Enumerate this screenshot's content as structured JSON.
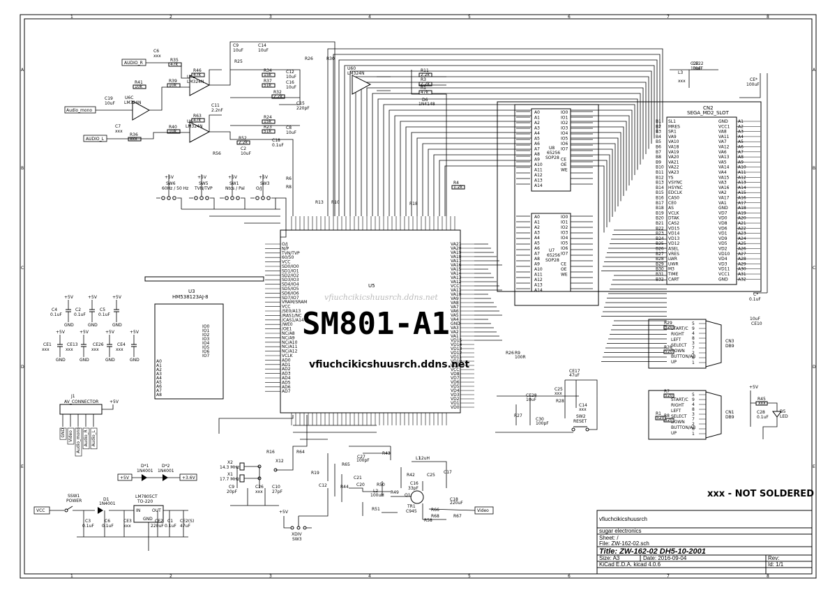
{
  "border": {
    "columns": [
      "1",
      "2",
      "3",
      "4",
      "5",
      "6",
      "7",
      "8"
    ],
    "rows": [
      "A",
      "B",
      "C",
      "D",
      "E"
    ]
  },
  "main_chip": {
    "ref": "U5",
    "part": "SM801-A1",
    "watermark": "vfiuchcikicshuusrch.ddns.net",
    "url": "vfiuchcikicshuusrch.ddns.net"
  },
  "note": "xxx - NOT SOLDERED",
  "slot": {
    "ref": "CN2",
    "name": "SEGA_MD2_SLOT",
    "b_pins": [
      "B1",
      "B2",
      "B3",
      "B4",
      "B5",
      "B6",
      "B7",
      "B8",
      "B9",
      "B10",
      "B11",
      "B12",
      "B13",
      "B14",
      "B15",
      "B16",
      "B17",
      "B18",
      "B19",
      "B20",
      "B21",
      "B22",
      "B23",
      "B24",
      "B25",
      "B26",
      "B27",
      "B28",
      "B29",
      "B30",
      "B31",
      "B32"
    ],
    "b_signals": [
      "SL1",
      "MRES",
      "SR1",
      "VA9",
      "VA10",
      "VA18",
      "VA19",
      "VA20",
      "VA21",
      "VA22",
      "VA23",
      "YS",
      "VSYNC",
      "HSYNC",
      "EDCLK",
      "CAS0",
      "CE0",
      "AS",
      "VCLK",
      "DTAK",
      "CAS2",
      "VD15",
      "VD14",
      "VD13",
      "VD12",
      "ASEL",
      "VRES",
      "LWR",
      "UWR",
      "M3",
      "TIME",
      "CART"
    ],
    "a_signals": [
      "GND",
      "VCC1",
      "VA8",
      "VA11",
      "VA7",
      "VA12",
      "VA6",
      "VA13",
      "VA5",
      "VA14",
      "VA4",
      "VA15",
      "VA3",
      "VA16",
      "VA2",
      "VA17",
      "VA1",
      "GND",
      "VD7",
      "VD0",
      "VD8",
      "VD6",
      "VD1",
      "VD9",
      "VD5",
      "VD2",
      "VD10",
      "VD4",
      "VD3",
      "VD11",
      "VCC1",
      "GND"
    ],
    "a_pins": [
      "A1",
      "A2",
      "A3",
      "A4",
      "A5",
      "A6",
      "A7",
      "A8",
      "A9",
      "A10",
      "A11",
      "A12",
      "A13",
      "A14",
      "A15",
      "A16",
      "A17",
      "A18",
      "A19",
      "A20",
      "A21",
      "A22",
      "A23",
      "A24",
      "A25",
      "A26",
      "A27",
      "A28",
      "A29",
      "A30",
      "A31",
      "A32"
    ]
  },
  "u8": {
    "ref": "U8",
    "part": "65256",
    "pkg": "SOP28"
  },
  "u7": {
    "ref": "U7",
    "part": "65256",
    "pkg": "SOP28"
  },
  "u3": {
    "ref": "U3",
    "part": "HM538123AJ-8"
  },
  "ram_left_pins": [
    "A0",
    "A1",
    "A2",
    "A3",
    "A4",
    "A5",
    "A6",
    "A7",
    "A8",
    "A9",
    "A10",
    "A11",
    "A12",
    "A13",
    "A14"
  ],
  "ram_right_pins": [
    "IO0",
    "IO1",
    "IO2",
    "IO3",
    "IO4",
    "IO5",
    "IO6",
    "IO7",
    "",
    "CE",
    "OE",
    "WE"
  ],
  "u5_left_pins": [
    "O/J",
    "N/P",
    "TVN/TVP",
    "60/50",
    "VCC",
    "SD0/IO0",
    "SD1/IO1",
    "SD2/IO2",
    "SD3/IO3",
    "SD4/IO4",
    "SD5/IO5",
    "SD6/IO6",
    "SD7/IO7",
    "VRAM/SRAM",
    "VCC",
    "/SE0/A13",
    "/RAS1/NC",
    "/CAS1/A14",
    "/WE0",
    "/OE1",
    "NC/A8",
    "NC/A9",
    "NC/A10",
    "NC/A11",
    "NC/A12",
    "VCLK",
    "AD0",
    "AD1",
    "AD2",
    "AD3",
    "AD4",
    "AD5",
    "AD6",
    "AD7"
  ],
  "u5_right_pins": [
    "VA21",
    "VA20",
    "VA19",
    "VA18",
    "VA17",
    "VA16",
    "VA15",
    "VA14",
    "VA13",
    "VA12",
    "VCC",
    "VA11",
    "VA10",
    "VA9",
    "VA8",
    "VA7",
    "VA6",
    "VA5",
    "VA4",
    "GND",
    "VA3",
    "VA2",
    "VA1",
    "VD15",
    "VD14",
    "VD13",
    "VD12",
    "VD11",
    "VD10",
    "VD9",
    "VCC",
    "VD8",
    "VD7",
    "VD6",
    "VD5",
    "VD4",
    "VD3",
    "VD2",
    "VD1",
    "VD0"
  ],
  "switches": [
    {
      "ref": "SW6",
      "label": "60Hz / 50 Hz"
    },
    {
      "ref": "SW5",
      "label": "TVN/TVP"
    },
    {
      "ref": "SW1",
      "label": "Ntcs / Pal"
    },
    {
      "ref": "SW3",
      "label": "O/J"
    }
  ],
  "audio_nets": [
    "AUDIO_R",
    "Audio_mono",
    "AUDIO_L"
  ],
  "opamps": [
    {
      "ref": "U6C",
      "part": "LM324N"
    },
    {
      "ref": "U6B",
      "part": "LM324N"
    },
    {
      "ref": "U6A",
      "part": "LM324N"
    },
    {
      "ref": "U6D",
      "part": "LM324N"
    }
  ],
  "resistors_top": [
    "R35",
    "R39",
    "R40",
    "R41",
    "R36",
    "R46",
    "R63",
    "R34",
    "R37",
    "R32",
    "R24",
    "R23",
    "R52",
    "R56",
    "R25",
    "R26",
    "R30",
    "R11",
    "R3",
    "R1",
    "R2",
    "R13",
    "R10",
    "R6",
    "R8",
    "R4",
    "R18"
  ],
  "caps_top": [
    "C6",
    "C19",
    "C7",
    "C11",
    "C9",
    "C14",
    "C12",
    "C16",
    "C15",
    "C8",
    "C10",
    "C18",
    "C22",
    "C2",
    "C5",
    "C4",
    "C1",
    "C13",
    "C26"
  ],
  "resistor_values": {
    "R35": "47k",
    "R39": "10k",
    "R40": "10k",
    "R41": "10k",
    "R36": "xxx",
    "R46": "47k",
    "R63": "47k",
    "R34": "15k",
    "R37": "51k",
    "R32": "2.2k",
    "R24": "15k",
    "R23": "51k",
    "R52": "2.2k",
    "R11": "2.2k",
    "R3": "2.2k",
    "R1": "47k",
    "R4": "1.2k"
  },
  "cap_values": {
    "C6": "xxx",
    "C19": "10uF",
    "C7": "xxx",
    "C11": "2.2nF",
    "C9": "10uF",
    "C14": "10uF",
    "C12": "10uF",
    "C16": "10uF",
    "C15": "220pF",
    "C8": "10uF",
    "C18": "0.1uF",
    "C22": "10uF",
    "C2": "10uF"
  },
  "decoupling": [
    {
      "ref": "C4",
      "val": "0.1uF"
    },
    {
      "ref": "C2",
      "val": "0.1uF"
    },
    {
      "ref": "C5",
      "val": "0.1uF"
    },
    {
      "ref": "CE1",
      "val": "xxx"
    },
    {
      "ref": "CE13",
      "val": "xxx"
    },
    {
      "ref": "CE26",
      "val": "xxx"
    },
    {
      "ref": "CE4",
      "val": "xxx"
    }
  ],
  "u60": {
    "ref": "U60",
    "part": "LM324N"
  },
  "l3": {
    "ref": "L3",
    "val": "xxx"
  },
  "c_topright": [
    {
      "ref": "CE22",
      "val": "10uF"
    },
    {
      "ref": "CE*",
      "val": "100uF"
    }
  ],
  "diode6": {
    "ref": "D6",
    "part": "1N4148"
  },
  "power": {
    "vcc": "VCC",
    "sw": "SSW1",
    "sw_label": "POWER",
    "d1": "D1",
    "d1_part": "1N4001",
    "reg": "LM7805CT",
    "reg_pkg": "TO-220",
    "reg_pins": [
      "IN",
      "OUT",
      "GND"
    ],
    "c3": "C3",
    "c3v": "0.1uF",
    "c6": "C6",
    "c6v": "0.1uF",
    "ce3": "CE3",
    "ce3v": "xxx",
    "ce2": "CE2",
    "ce2v": "220uF",
    "c1": "C1",
    "c1v": "0.1uF",
    "ce2s": "CE2(S)",
    "ce2sv": "47uF"
  },
  "nets": [
    "+5V",
    "+3.6V",
    "GND",
    "Video"
  ],
  "diodes_mid": [
    {
      "ref": "D*1",
      "part": "1N4001"
    },
    {
      "ref": "D*2",
      "part": "1N4001"
    }
  ],
  "av": {
    "ref": "J1",
    "name": "AV_CONNECTOR",
    "nets": [
      "GND",
      "Video",
      "Audio_mono",
      "Audio_R",
      "Audio_L"
    ]
  },
  "xtals": [
    {
      "ref": "X2",
      "val": "14.3 MHz"
    },
    {
      "ref": "X1",
      "val": "17.7 MHz"
    },
    {
      "ref": "X12",
      "val": ""
    }
  ],
  "xtal_caps": [
    {
      "ref": "C9",
      "val": "20pF"
    },
    {
      "ref": "C26",
      "val": "xxx"
    },
    {
      "ref": "C10",
      "val": "27pF"
    }
  ],
  "video": {
    "refs": [
      "R19",
      "R65",
      "R44",
      "R51",
      "R50",
      "R49",
      "R42",
      "R58",
      "R43",
      "R64",
      "R16",
      "C12",
      "C21",
      "C20",
      "C16",
      "C17",
      "C18",
      "C25",
      "C27",
      "L1",
      "L2",
      "Q1",
      "R66",
      "R67",
      "R68"
    ],
    "l1": "12uH",
    "l2": "100uH",
    "q1": "TR1",
    "q1_part": "C945",
    "ce18": "220uF",
    "c16": "33pF",
    "c27": "100pF"
  },
  "sw_xdiv": {
    "ref": "SW3",
    "label": "XDIV"
  },
  "cn3": {
    "ref": "CN3",
    "type": "DB9",
    "signals": [
      "START/C",
      "RIGHT",
      "LEFT",
      "SELECT",
      "DOWN",
      "BUTTON/AB",
      "UP"
    ]
  },
  "cn1": {
    "ref": "CN1",
    "type": "DB9",
    "signals": [
      "START/C",
      "RIGHT",
      "LEFT",
      "SELECT",
      "DOWN",
      "BUTTON/AB",
      "UP"
    ]
  },
  "db9_pins": [
    "5",
    "9",
    "4",
    "8",
    "3",
    "7",
    "2",
    "6",
    "1"
  ],
  "db9_res": [
    {
      "ref": "R29",
      "val": "520"
    },
    {
      "ref": "R28",
      "val": "520"
    },
    {
      "ref": "R7",
      "val": "520"
    },
    {
      "ref": "R8",
      "val": "520"
    },
    {
      "ref": "R1",
      "val": "520"
    }
  ],
  "reset": {
    "ref": "SW2",
    "label": "RESET"
  },
  "reset_parts": [
    "CE17",
    "C25",
    "R28",
    "C14",
    "R27",
    "CE28",
    "C30",
    "R26",
    "R9"
  ],
  "reset_vals": {
    "CE17": "47uF",
    "C25": "xxx",
    "C14": "xxx",
    "CE28": "10uF",
    "C30": "100pF",
    "R9": "100R"
  },
  "led": {
    "ref": "D5",
    "label": "LED",
    "r": "R45",
    "rval": "xxx",
    "c": "C28",
    "cval": "0.1uF"
  },
  "ce10": {
    "ref": "CE10",
    "val": "10uF"
  },
  "c_star": {
    "ref": "C*",
    "val": "0.1uF"
  },
  "title_block": {
    "company": "vfiuchcikicshuusrch",
    "org": "sugar electronics",
    "sheet": "Sheet: /",
    "file": "File: ZW-162-02.sch",
    "title": "Title: ZW-162-02 DH5-10-2001",
    "size": "Size: A3",
    "date": "Date: 2016-09-04",
    "rev": "Rev:",
    "tool": "KiCad E.D.A.  kicad 4.0.6",
    "id": "Id: 1/1"
  }
}
